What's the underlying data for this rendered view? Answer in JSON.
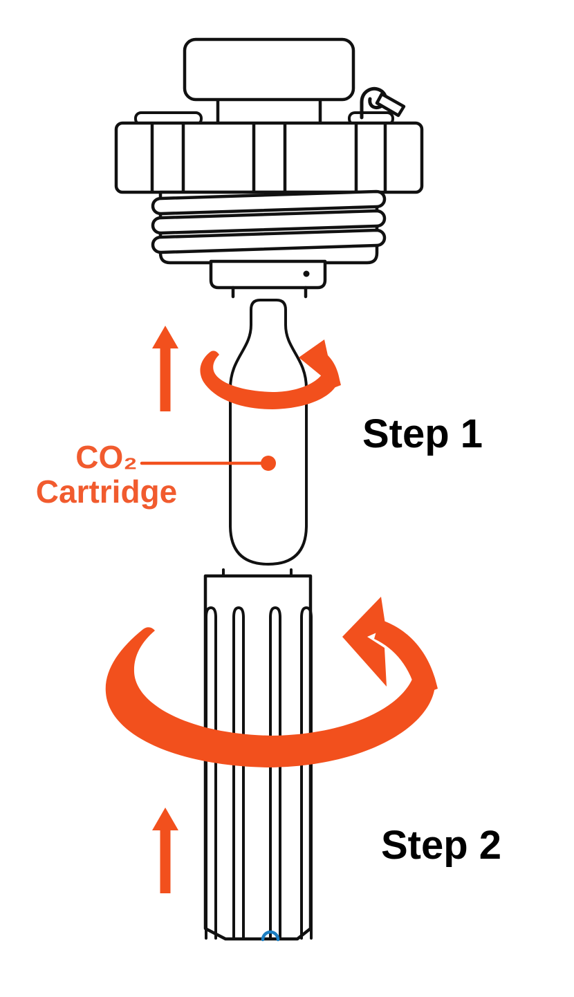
{
  "figure": {
    "description": "Two-step CO2 cartridge installation instruction diagram",
    "step1_label": "Step 1",
    "step2_label": "Step 2",
    "cartridge_label": {
      "line1": "CO₂",
      "line2": "Cartridge"
    }
  },
  "colors": {
    "accent_orange": "#F2501D",
    "label_orange": "#F15B2E",
    "line_black": "#111111",
    "notch_blue": "#1B7EC2",
    "background": "#FFFFFF"
  },
  "icons": {
    "step1_rotation": "rotate-counterclockwise-ribbon-arrow-icon",
    "step2_rotation": "rotate-counterclockwise-ribbon-arrow-icon",
    "step1_lift": "arrow-up-icon",
    "step2_lift": "arrow-up-icon",
    "valve_lever": "valve-lever-icon",
    "leader_dot": "callout-dot-icon"
  }
}
